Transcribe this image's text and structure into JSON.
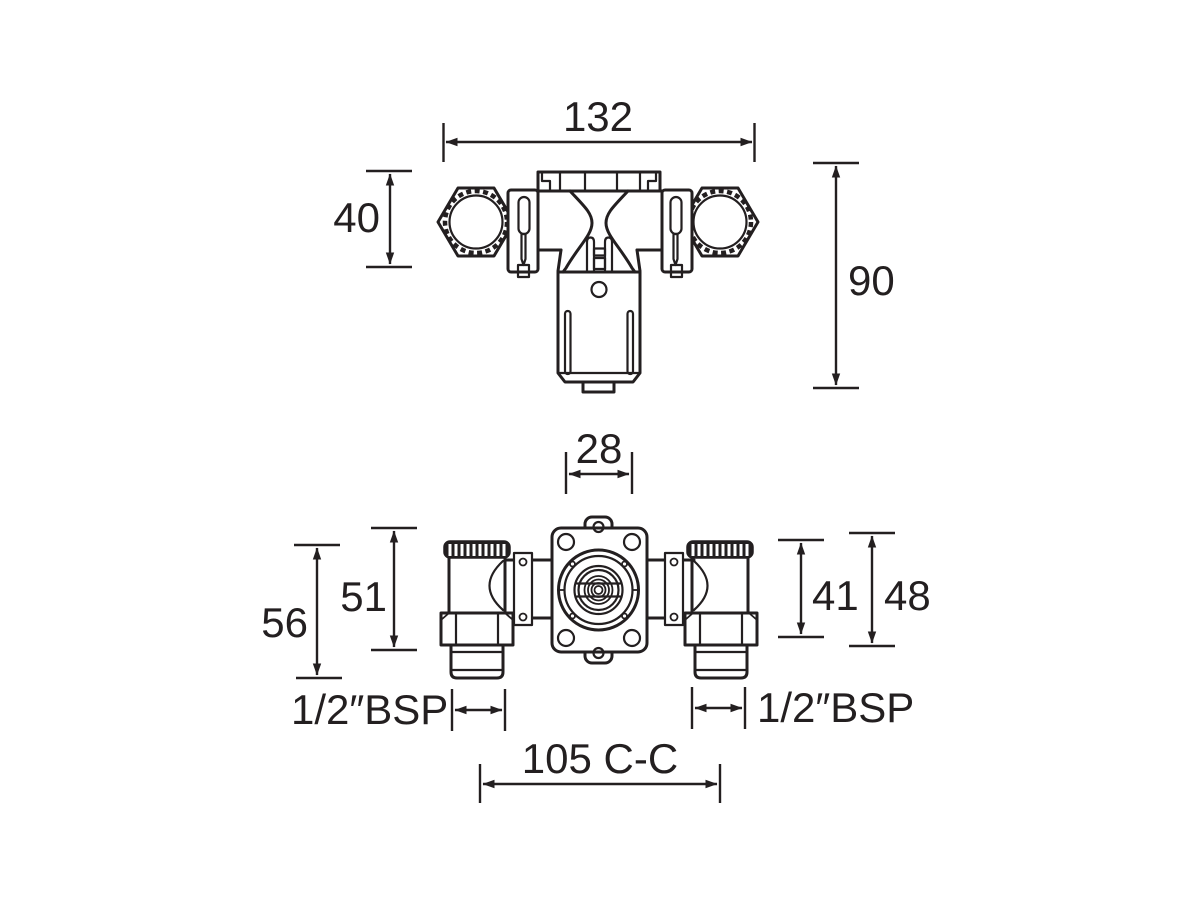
{
  "colors": {
    "line": "#231f20",
    "background": "#ffffff"
  },
  "dimensions": {
    "overall_width": "132",
    "body_depth": "40",
    "overall_depth": "90",
    "outlet_width": "28",
    "overall_height_left": "56",
    "body_height_left": "51",
    "body_height_right": "41",
    "overall_height_right": "48",
    "thread_left": "1/2″BSP",
    "thread_right": "1/2″BSP",
    "inlet_centres": "105 C-C"
  }
}
